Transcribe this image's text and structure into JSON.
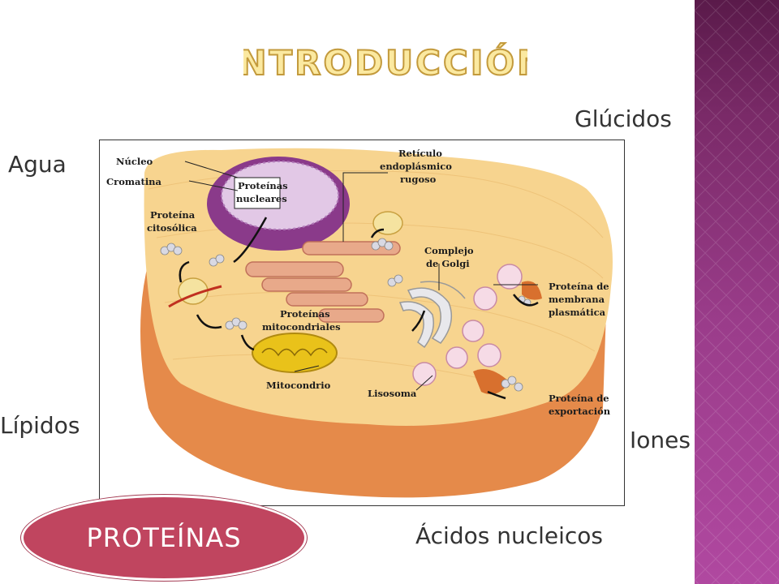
{
  "title": "Introducción",
  "labels": {
    "glucidos": "Glúcidos",
    "agua": "Agua",
    "lipidos": "Lípidos",
    "iones": "Iones",
    "acidos": "Ácidos nucleicos"
  },
  "highlight": "PROTEÍNAS",
  "diagram": {
    "nucleo": "Núcleo",
    "cromatina": "Cromatina",
    "proteinas_nucleares_1": "Proteínas",
    "proteinas_nucleares_2": "nucleares",
    "reticulo_1": "Retículo",
    "reticulo_2": "endoplásmico",
    "reticulo_3": "rugoso",
    "proteina_citosolica_1": "Proteína",
    "proteina_citosolica_2": "citosólica",
    "golgi_1": "Complejo",
    "golgi_2": "de Golgi",
    "prot_membrana_1": "Proteína de",
    "prot_membrana_2": "membrana",
    "prot_membrana_3": "plasmática",
    "prot_mito_1": "Proteínas",
    "prot_mito_2": "mitocondriales",
    "mitocondrio": "Mitocondrio",
    "lisosoma": "Lisosoma",
    "prot_export_1": "Proteína de",
    "prot_export_2": "exportación"
  },
  "colors": {
    "title_fill": "#fbe9a0",
    "title_stroke": "#c39a3c",
    "highlight_bg": "#c0455f",
    "side_band": "#9a3c8a"
  }
}
